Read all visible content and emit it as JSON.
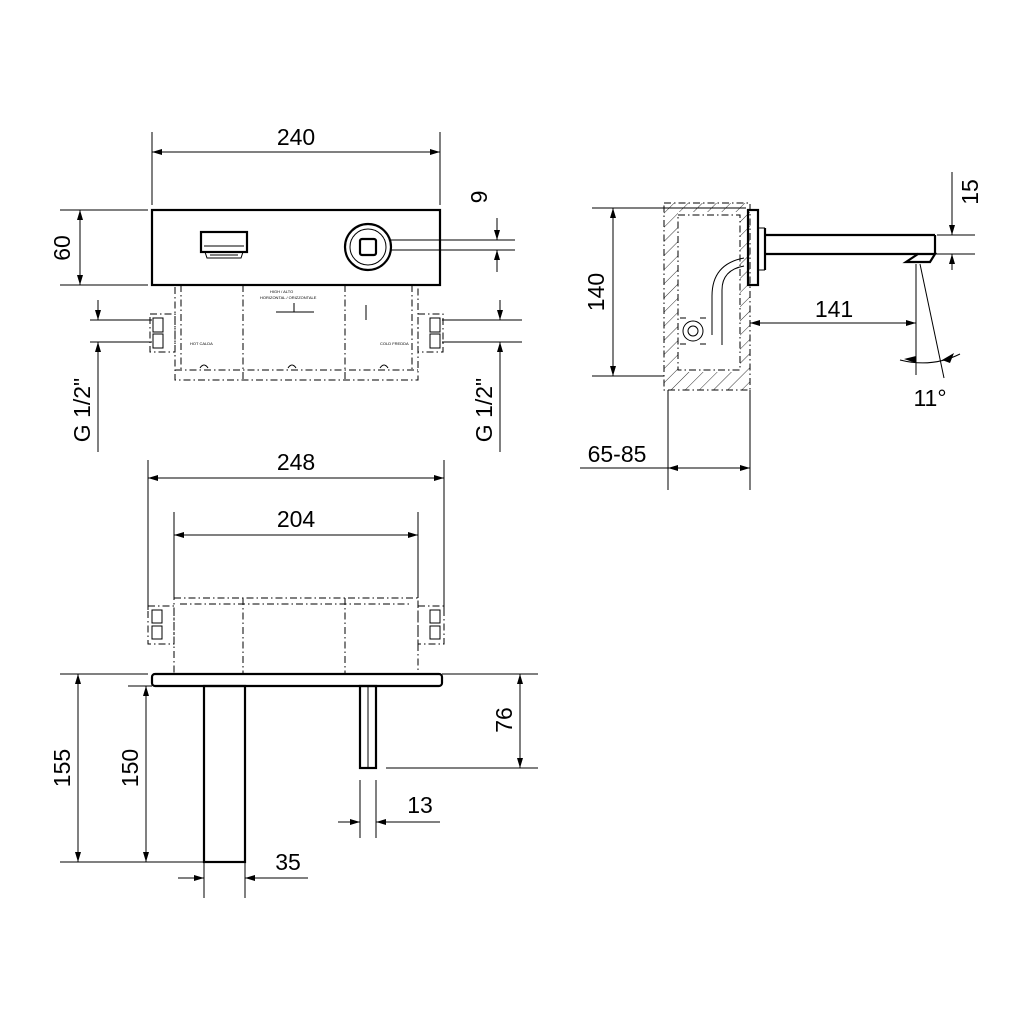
{
  "drawing": {
    "front_view": {
      "width": "240",
      "height": "60",
      "handle_offset": "9",
      "inlet_left": "G 1/2\"",
      "inlet_right": "G 1/2\""
    },
    "side_view": {
      "depth": "140",
      "spout_height": "15",
      "projection": "141",
      "angle": "11°",
      "wall_range": "65-85"
    },
    "bottom_view": {
      "overall_width": "248",
      "box_width": "204",
      "spout_length_total": "155",
      "spout_length": "150",
      "spout_width": "35",
      "lever_length": "76",
      "lever_width": "13"
    },
    "box_labels": {
      "hot": "HOT CALDA",
      "cold": "COLD FREDDA",
      "note1": "HIGH / ALTO",
      "note2": "HORIZONTAL / ORIZZONTALE"
    }
  }
}
